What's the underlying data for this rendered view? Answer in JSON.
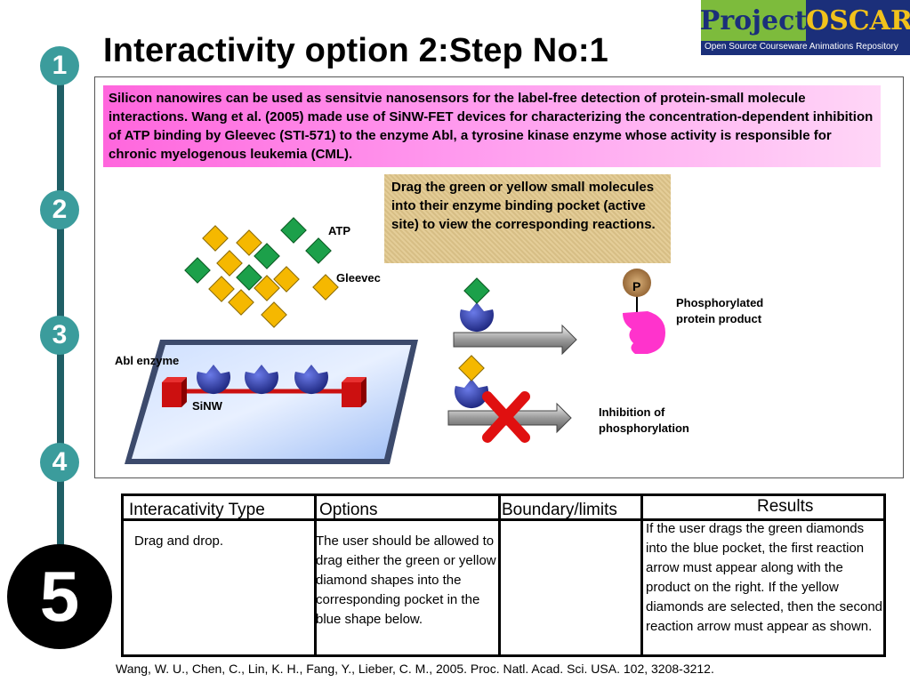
{
  "title": "Interactivity option 2:Step No:1",
  "logo": {
    "word1": "Project",
    "word2": "OSCAR",
    "tagline": "Open Source Courseware Animations Repository"
  },
  "steps": [
    "1",
    "2",
    "3",
    "4",
    "5"
  ],
  "intro_text": "Silicon nanowires can be used as sensitvie nanosensors for the label-free detection of protein-small molecule interactions. Wang et al. (2005) made use of SiNW-FET devices for characterizing the concentration-dependent inhibition of ATP binding by Gleevec (STI-571) to the enzyme Abl, a tyrosine kinase enzyme whose activity is responsible for chronic myelogenous leukemia (CML).",
  "instruction_text": "Drag the green or yellow small molecules into their enzyme binding pocket (active site) to view the corresponding reactions.",
  "labels": {
    "atp": "ATP",
    "gleevec": "Gleevec",
    "abl_enzyme": "Abl enzyme",
    "sinw": "SiNW",
    "phosphate": "P",
    "phosphorylated": "Phosphorylated protein product",
    "inhibition": "Inhibition of phosphorylation"
  },
  "colors": {
    "atp_green": "#1ca04a",
    "gleevec_yellow": "#f5b800",
    "enzyme_blue": "#2a3a9c",
    "product_pink": "#ff33cc",
    "cross_red": "#e01010",
    "wire_red": "#cc1111",
    "rail": "#1f5f66",
    "step_circle": "#3b9c9c"
  },
  "table": {
    "headers": [
      "Interacativity Type",
      "Options",
      "Boundary/limits",
      "Results"
    ],
    "row": [
      "Drag and drop.",
      "The user should be allowed to drag either the green or yellow diamond shapes into the corresponding pocket in the blue shape below.",
      "",
      "If the user drags the green diamonds into the blue pocket, the first reaction arrow must appear along with the product on the right. If the yellow diamonds are selected, then the second reaction arrow must appear as shown."
    ]
  },
  "reference": "Wang, W. U., Chen, C., Lin, K. H., Fang, Y., Lieber, C. M., 2005. Proc. Natl. Acad. Sci. USA. 102, 3208-3212."
}
